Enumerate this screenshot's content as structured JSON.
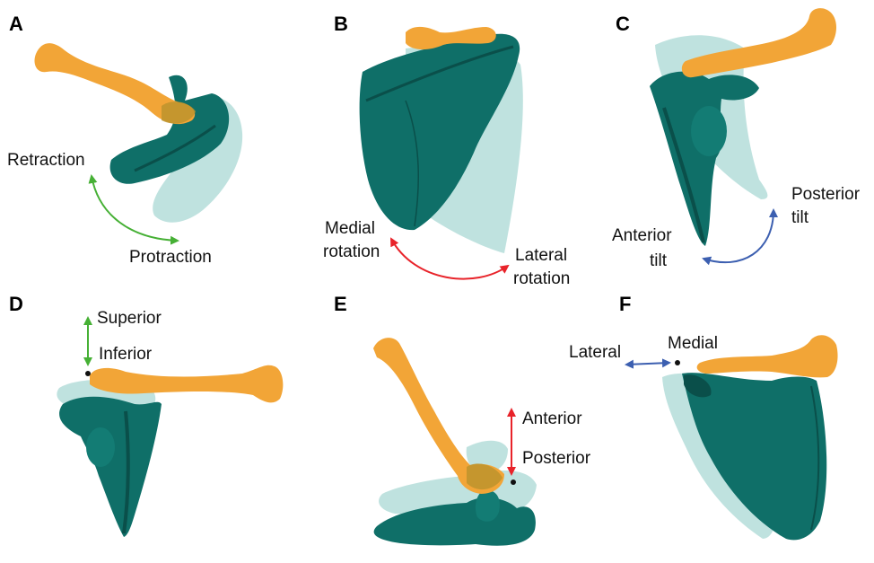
{
  "colors": {
    "clavicle": "#f2a537",
    "clavicle_shade": "#c98220",
    "scapula": "#0f6f68",
    "scapula_dark": "#0a4f4a",
    "scapula_ghost": "#a9d8d4",
    "green_arrow": "#46b035",
    "red_arrow": "#e8232a",
    "blue_arrow": "#3c5fb0"
  },
  "panels": [
    {
      "letter": "A",
      "labels": [
        "Retraction",
        "Protraction"
      ],
      "arrow_color": "green"
    },
    {
      "letter": "B",
      "labels": [
        "Medial",
        "rotation",
        "Lateral",
        "rotation"
      ],
      "arrow_color": "red"
    },
    {
      "letter": "C",
      "labels": [
        "Posterior",
        "tilt",
        "Anterior",
        "tilt"
      ],
      "arrow_color": "blue"
    },
    {
      "letter": "D",
      "labels": [
        "Superior",
        "Inferior"
      ],
      "arrow_color": "green"
    },
    {
      "letter": "E",
      "labels": [
        "Anterior",
        "Posterior"
      ],
      "arrow_color": "red"
    },
    {
      "letter": "F",
      "labels": [
        "Lateral",
        "Medial"
      ],
      "arrow_color": "blue"
    }
  ]
}
